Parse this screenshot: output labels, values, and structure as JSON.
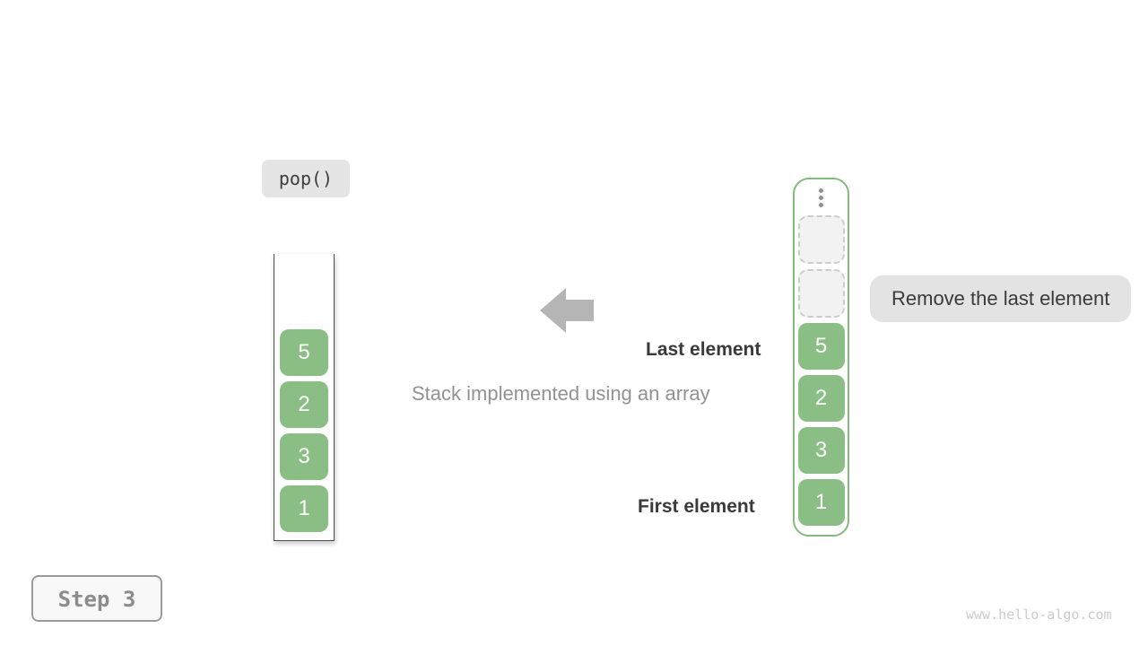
{
  "labels": {
    "operation": "pop()",
    "step": "Step 3",
    "annotation": "Remove the last element",
    "caption": "Stack implemented using an array",
    "last_element": "Last element",
    "first_element": "First element"
  },
  "plain_stack": {
    "values": [
      "5",
      "2",
      "3",
      "1"
    ]
  },
  "array_stack": {
    "empty_slots": 2,
    "values": [
      "5",
      "2",
      "3",
      "1"
    ]
  },
  "watermark": "www.hello-algo.com",
  "colors": {
    "element_fill": "#8abe84",
    "container_border": "#84ba7c",
    "arrow": "#b5b5b5",
    "label_bg": "#e3e3e3",
    "text_dark": "#3a3a3a",
    "text_gray": "#929292",
    "step_text": "#8c8c8c",
    "watermark": "#cbcbcb"
  }
}
